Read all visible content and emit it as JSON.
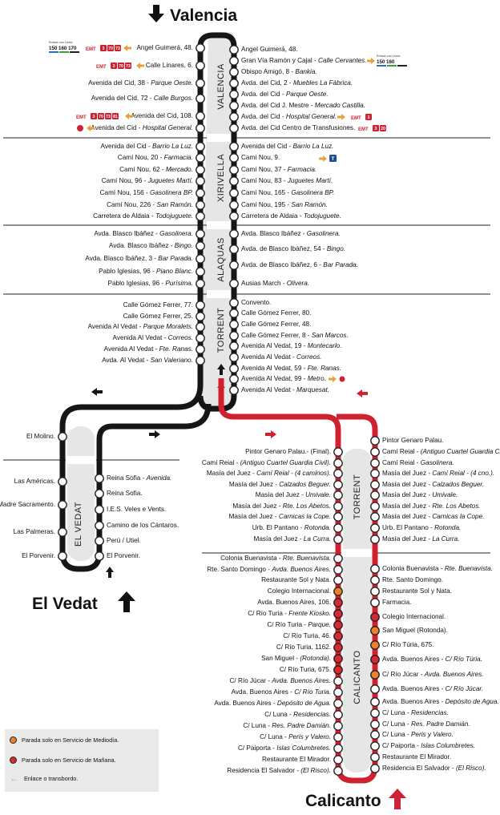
{
  "destinations": {
    "valencia": "Valencia",
    "el_vedat": "El Vedat",
    "calicanto": "Calicanto"
  },
  "zones": [
    "VALENCIA",
    "XIRIVELLA",
    "ALAQUAS",
    "TORRENT",
    "EL VEDAT",
    "TORRENT",
    "CALICANTO"
  ],
  "badges": {
    "lines_label_top": "Enlace con Línea",
    "lines_a": "150 160 170",
    "lines_b": "150 160",
    "emt": "EMT",
    "emt_lines_1": "3 70 73",
    "emt_lines_2": "3 70 73",
    "emt_lines_3": "3 70 73 81",
    "emt_lines_4": "3",
    "emt_lines_5": "3 20",
    "t_badge": "T"
  },
  "stops": {
    "main_left": [
      "Angel Guimerá, 48.",
      "Calle Linares, 6.",
      "Avenida del Cid, 38 - Parque Oeste.",
      "Avenida del Cid, 72 - Calle Burgos.",
      "Avenida del Cid, 108.",
      "Avenida del Cid - Hospital General.",
      "Avenida del Cid - Barrio La Luz.",
      "Camí Nou, 20 - Farmacia.",
      "Camí Nou, 62 - Mercado.",
      "Camí Nou, 96 - Juguetes Martí.",
      "Camí Nou, 156 - Gasolinera BP.",
      "Camí Nou, 226 - San Ramón.",
      "Carretera de Aldaia - Todojuguete.",
      "Avda. Blasco Ibáñez - Gasolinera.",
      "Avda. Blasco Ibáñez - Bingo.",
      "Avda. Blasco Ibáñez, 3 - Bar Parada.",
      "Pablo Iglesias, 96 - Piano Blanc.",
      "Pablo Iglesias, 96 - Purísima.",
      "Calle Gómez Ferrer, 77.",
      "Calle Gómez Ferrer, 25.",
      "Avenida Al Vedat - Parque Moralets.",
      "Avenida Al Vedat - Correos.",
      "Avenida Al Vedat - Fte. Ranas.",
      "Avda. Al Vedat - San Valeriano."
    ],
    "main_right": [
      "Angel Guimerá, 48.",
      "Gran Vía Ramón y Cajal - Calle Cervantes.",
      "Obispo Amigó, 8 - Bankia.",
      "Avda. del Cid, 2 - Muebles La Fábrica.",
      "Avda. del Cid - Parque Oeste.",
      "Avda. del Cid J. Mestre - Mercado Castilla.",
      "Avda. del Cid - Hospital General.",
      "Avda. del Cid Centro de Transfusiones.",
      "Avenida del Cid - Barrio La Luz.",
      "Camí Nou, 9.",
      "Camí Nou, 37 - Farmacia.",
      "Camí Nou, 83 - Juguetes Martí.",
      "Camí Nou, 165 - Gasolinera BP.",
      "Camí Nou, 195 - San Ramón.",
      "Carretera de Aldaia - Todojuguete.",
      "Avda. Blasco Ibáñez - Gasolinera.",
      "Avda. de Blasco Ibáñez, 54 - Bingo.",
      "Avda. de Blasco Ibáñez, 6 - Bar Parada.",
      "Ausias March - Olivera.",
      "Convento.",
      "Calle Gómez Ferrer, 80.",
      "Calle Gómez Ferrer, 48.",
      "Calle Gómez Ferrer, 8 - San Marcos.",
      "Avenida Al Vedat, 19 - Montecarlo.",
      "Avenida Al Vedat - Correos.",
      "Avenida Al Vedat, 59 - Fte. Ranas.",
      "Avenida Al Vedat, 99 - Metro.",
      "Avenida Al Vedat - Marquesat."
    ],
    "vedat_left": [
      "El Molino.",
      "Las Américas.",
      "Madre Sacramento.",
      "Las Palmeras.",
      "El Porvenir."
    ],
    "vedat_right": [
      "Reina Sofia - Avenida.",
      "Reina Sofia.",
      "I.E.S. Veles e Vents.",
      "Camino de los Cántaros.",
      "Perú / Utiel.",
      "El Porvenir."
    ],
    "cal_left": [
      "Pintor Genaro Palau.- (Final).",
      "Camí Reial - (Antiguo Cuartel Guardia Civil).",
      "Masía del Juez - Camí Reial - (4 caminos).",
      "Masía del Juez - Calzados Beguer.",
      "Masía del Juez - Umivale.",
      "Masía del Juez - Rte. Los Abetos.",
      "Masía del Juez - Carnicas la Cope.",
      "Urb. El Pantano - Rotonda.",
      "Masía del Juez - La Curra.",
      "Colonia Buenavista - Rte. Buenavista.",
      "Rte. Santo Domingo - Avda. Buenos Aires.",
      "Restaurante Sol y Nata.",
      "Colegio Internacional.",
      "Avda. Buenos Aires, 106.",
      "C/ Río Turia - Frente Kiosko.",
      "C/ Río Turia - Parque.",
      "C/ Río Turia, 46.",
      "C/ Río Turia, 1162.",
      "San Miguel - (Rotonda).",
      "C/ Río Turia, 675.",
      "C/ Río Júcar - Avda. Buenos Aires.",
      "Avda. Buenos Aires - C/ Río Turia.",
      "Avda. Buenos Aires - Depósito de Agua.",
      "C/ Luna - Residencias.",
      "C/ Luna - Res. Padre Damián.",
      "C/ Luna - Peris y Valero.",
      "C/ Paiporta - Islas Columbretes.",
      "Restaurante El Mirador.",
      "Residencia El Salvador - (El Risco)."
    ],
    "cal_right": [
      "Pintor Genaro Palau.",
      "Camí Reial - (Antiguo Cuartel Guardia Civil)",
      "Camí Reial - Gasolinera.",
      "Masía del Juez - Camí Reial - (4 cno.).",
      "Masía del Juez - Calzados Beguer.",
      "Masía del Juez - Umivale.",
      "Masía del Juez - Rte. Los Abetos.",
      "Masía del Juez - Carnicas la Cope.",
      "Urb. El Pantano - Rotonda.",
      "Masía del Juez - La Curra.",
      "Colonia Buenavista - Rte. Buenavista.",
      "Rte. Santo Domingo.",
      "Restaurante Sol y Nata.",
      "Farmacia.",
      "Colegio Internacional.",
      "San Miguel (Rotonda).",
      "C/ Río Túria, 675.",
      "Avda. Buenos Aires - C/ Río Túria.",
      "C/ Río Júcar - Avda. Buenos Aires.",
      "Avda. Buenos Aires - C/ Río Júcar.",
      "Avda. Buenos Aires - Depósito de Agua.",
      "C/ Luna - Residencias.",
      "C/ Luna - Res. Padre Damián.",
      "C/ Luna - Peris y Valero.",
      "C/ Paiporta - Islas Columbretes.",
      "Restaurante El Mirador.",
      "Residencia El Salvador - (El Risco)."
    ]
  },
  "colors": {
    "black_line": "#161616",
    "red_line": "#cf2130",
    "zone_fill": "#e6e6e6",
    "orange_stop": "#e9822a",
    "red_stop": "#d42a34",
    "transfer_arrow": "#e6a13a"
  },
  "legend": {
    "midday": "Parada solo en Servicio de Mediodía.",
    "morning": "Parada solo en Servicio de Mañana.",
    "transfer": "Enlace o transbordo."
  }
}
